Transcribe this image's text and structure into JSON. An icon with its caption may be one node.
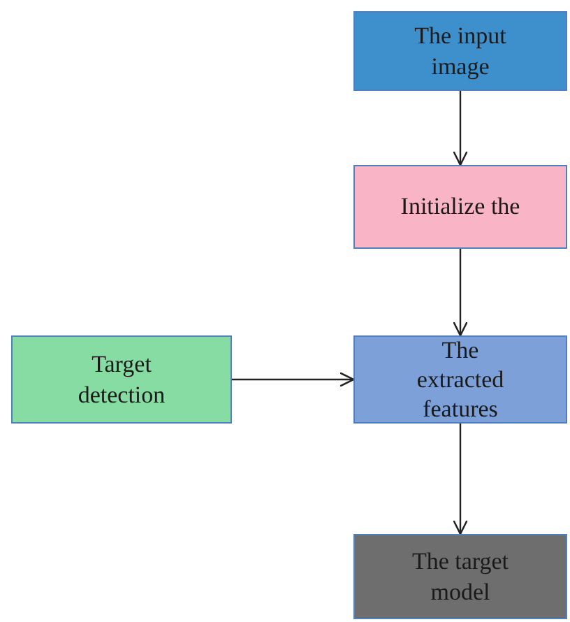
{
  "diagram": {
    "nodes": [
      {
        "text": [
          "The input image"
        ]
      },
      {
        "text": [
          "Initialize the"
        ]
      },
      {
        "text": [
          "The extracted features"
        ]
      },
      {
        "text": [
          "Target detection"
        ]
      },
      {
        "text": [
          "The target model"
        ]
      }
    ],
    "edges": [
      {
        "from": 0,
        "to": 1,
        "arrow": "to"
      },
      {
        "from": 1,
        "to": 2,
        "arrow": "to"
      },
      {
        "from": 3,
        "to": 2,
        "arrow": "to"
      },
      {
        "from": 2,
        "to": 4,
        "arrow": "to"
      }
    ]
  }
}
